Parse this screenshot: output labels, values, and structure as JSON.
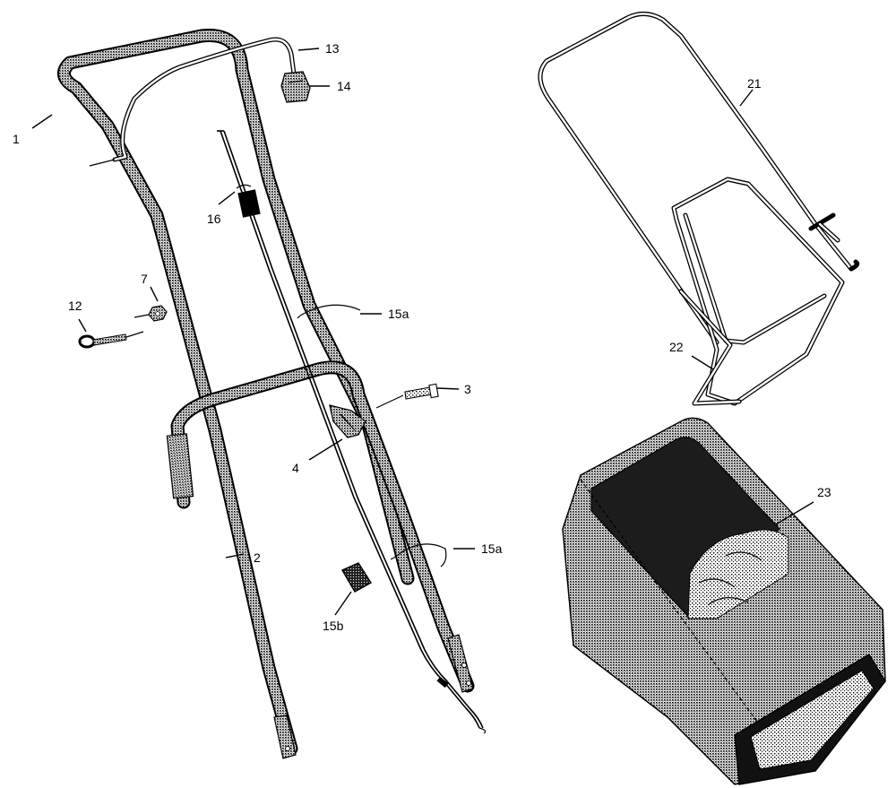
{
  "labels": {
    "p1": "1",
    "p2": "2",
    "p3": "3",
    "p4": "4",
    "p7": "7",
    "p12": "12",
    "p13": "13",
    "p14": "14",
    "p15a_upper": "15a",
    "p15a_lower": "15a",
    "p15b": "15b",
    "p16": "16",
    "p21": "21",
    "p22": "22",
    "p23": "23"
  }
}
